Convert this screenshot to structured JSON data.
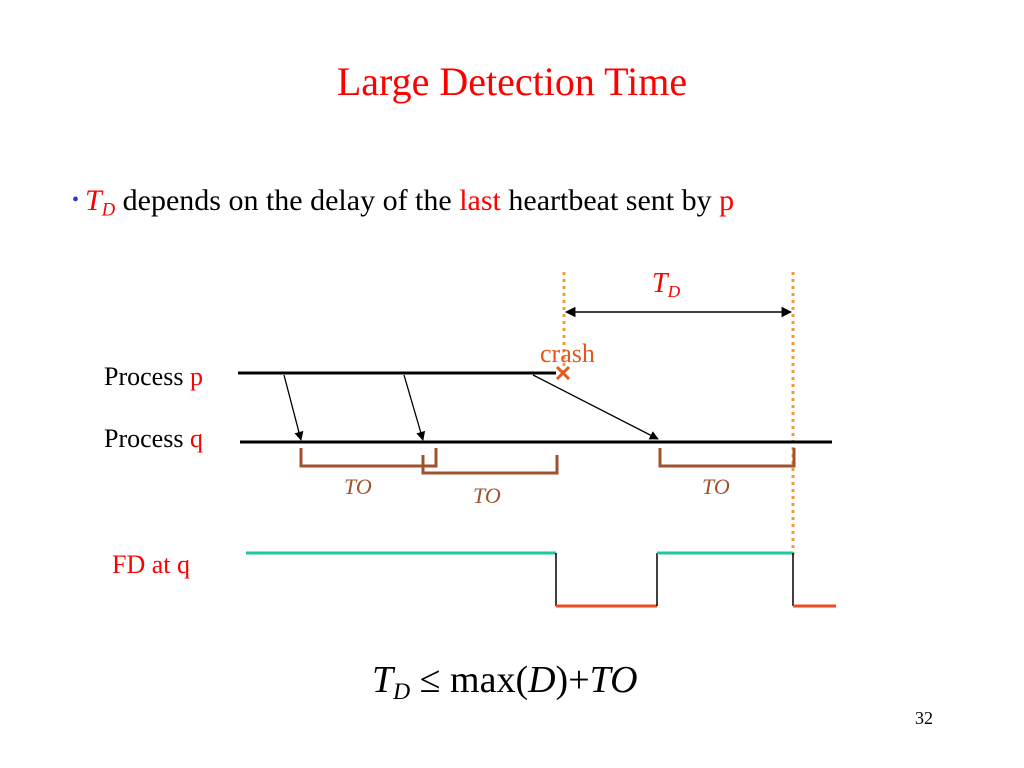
{
  "slide": {
    "title": "Large Detection Time",
    "page_number": "32"
  },
  "bullet": {
    "td_main": "T",
    "td_sub": "D",
    "text_before": "depends on the delay of the",
    "highlight": "last",
    "text_after": "heartbeat sent by",
    "process": "p"
  },
  "diagram": {
    "process_p_label": "Process",
    "process_p_name": "p",
    "process_q_label": "Process",
    "process_q_name": "q",
    "crash_label": "crash",
    "td_main": "T",
    "td_sub": "D",
    "to_labels": [
      "TO",
      "TO",
      "TO"
    ],
    "fd_label": "FD at q"
  },
  "formula": {
    "lhs_main": "T",
    "lhs_sub": "D",
    "rel": "≤",
    "rhs_func": "max(",
    "rhs_arg": "D",
    "rhs_close": ")",
    "plus": "+",
    "rhs_term": "TO"
  },
  "colors": {
    "title": "#ff0000",
    "bullet_dot": "#3333cc",
    "timeout_bracket": "#a0522d",
    "dotted_marker": "#f39c32",
    "fd_trust": "#1fc8a0",
    "fd_suspect": "#ef4a24",
    "crash_mark": "#e8561a"
  }
}
